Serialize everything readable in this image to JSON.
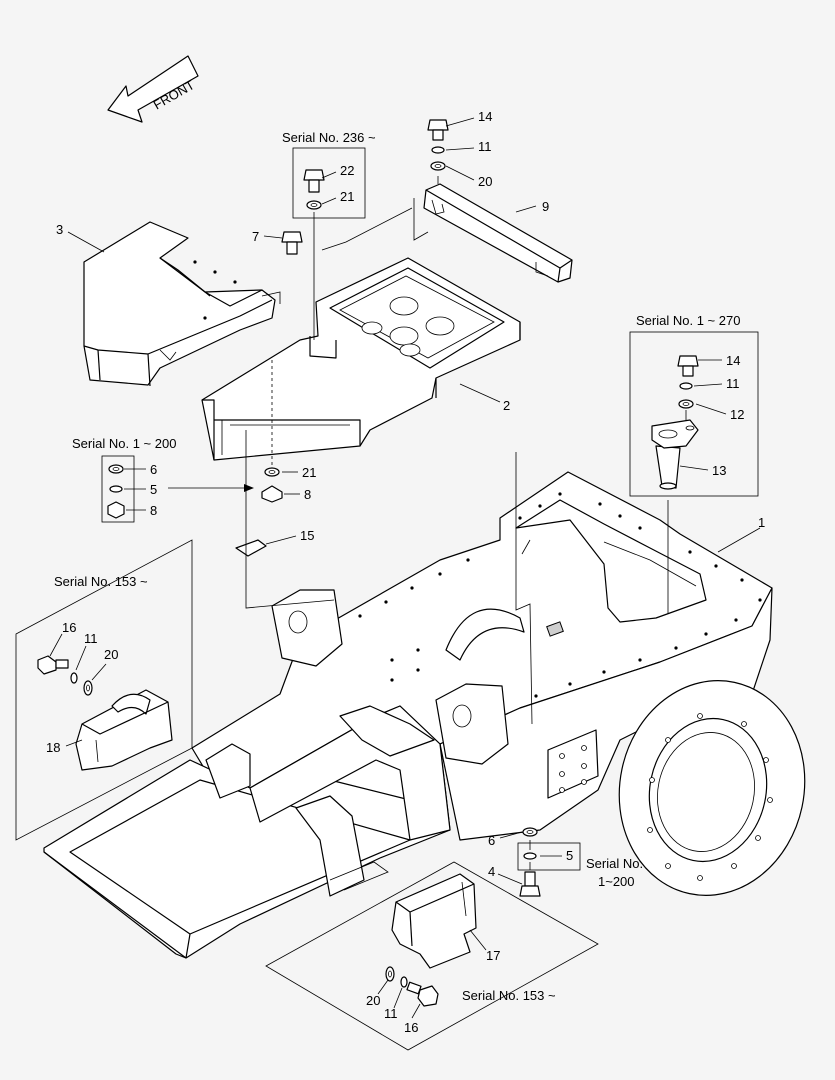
{
  "direction_label": "FRONT",
  "serial_ranges": {
    "s236": "Serial No. 236 ~",
    "s1_270": "Serial No. 1 ~ 270",
    "s1_200": "Serial No. 1 ~ 200",
    "s153_left": "Serial No. 153 ~",
    "s153_bottom": "Serial No. 153 ~",
    "s1_200_bottom_line1": "Serial No.",
    "s1_200_bottom_line2": "1~200"
  },
  "callouts": {
    "c1": "1",
    "c2": "2",
    "c3": "3",
    "c4": "4",
    "c5a": "5",
    "c5b": "5",
    "c6a": "6",
    "c6b": "6",
    "c7": "7",
    "c8a": "8",
    "c8b": "8",
    "c9": "9",
    "c11a": "11",
    "c11b": "11",
    "c11c": "11",
    "c11d": "11",
    "c12": "12",
    "c13": "13",
    "c14a": "14",
    "c14b": "14",
    "c15": "15",
    "c16a": "16",
    "c16b": "16",
    "c17": "17",
    "c18": "18",
    "c20a": "20",
    "c20b": "20",
    "c20c": "20",
    "c21a": "21",
    "c21b": "21",
    "c22": "22"
  }
}
